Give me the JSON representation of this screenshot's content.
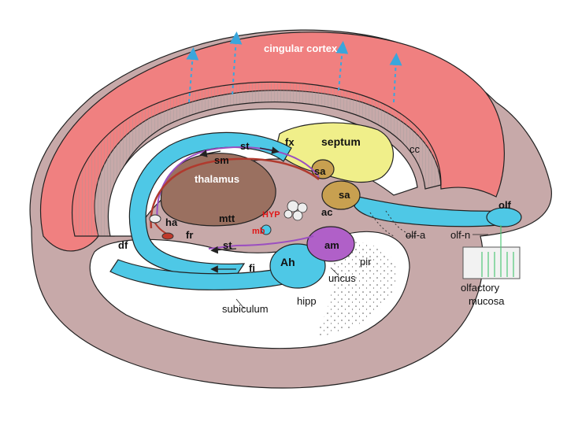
{
  "labels": {
    "cingular_cortex": "cingular cortex",
    "septum": "septum",
    "cc": "cc",
    "fx": "fx",
    "st_top": "st",
    "sm": "sm",
    "sa_upper": "sa",
    "sa_lower": "sa",
    "thalamus": "thalamus",
    "ac": "ac",
    "olf": "olf",
    "olf_a": "olf-a",
    "olf_n": "olf-n",
    "olfactory_mucosa_line1": "olfactory",
    "olfactory_mucosa_line2": "mucosa",
    "ha": "ha",
    "fr": "fr",
    "mtt": "mtt",
    "hyp": "HYP",
    "mb": "mb",
    "df": "df",
    "st_bottom": "st",
    "am": "am",
    "pir": "pir",
    "ah": "Ah",
    "fi": "fi",
    "uncus": "uncus",
    "hipp": "hipp",
    "subiculum": "subiculum"
  },
  "colors": {
    "cortex": "#f08080",
    "outer_brain": "#c7a9a9",
    "septum": "#f0ef8a",
    "thalamus": "#9a7060",
    "fornix": "#4ec8e6",
    "septal_area": "#c8a050",
    "amygdala": "#b060c8",
    "stria": "#9b4fc0",
    "tract_red": "#b03a2e",
    "white_matter": "#ffffff",
    "hyp_label": "#e01818",
    "mucosa_green": "#50c878"
  }
}
